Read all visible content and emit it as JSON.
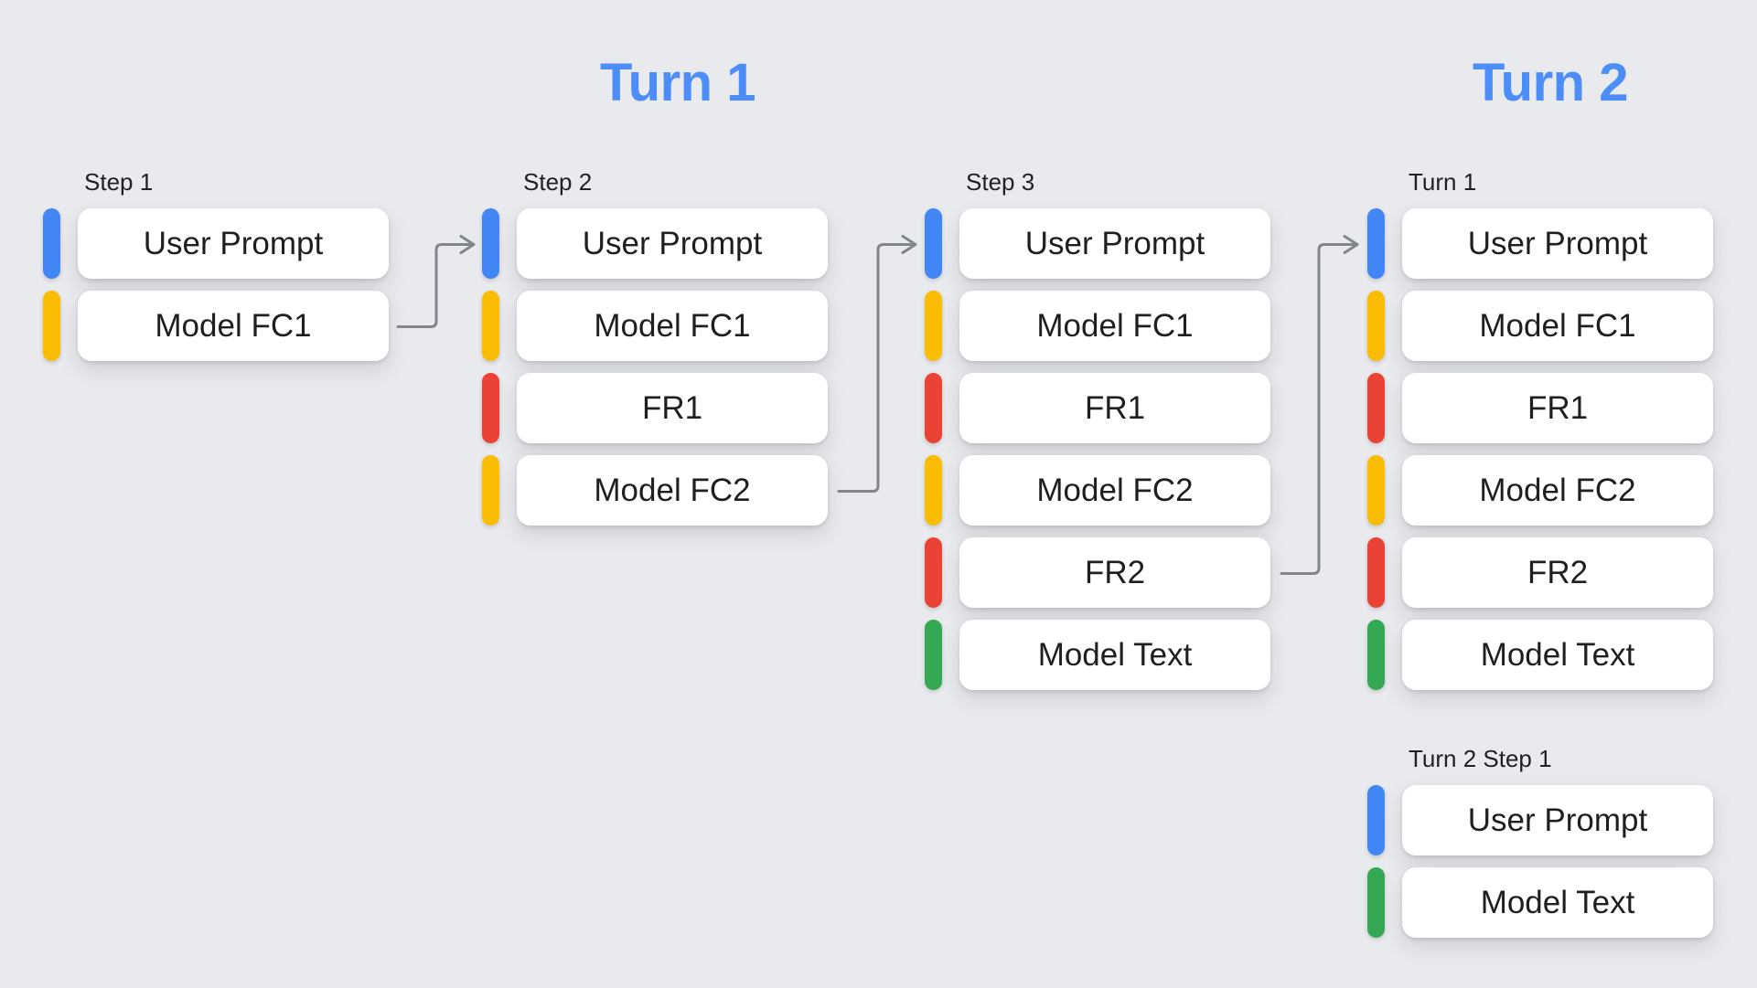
{
  "palette": {
    "background": "#E9EAEE",
    "box_bg": "#FFFFFF",
    "box_text": "#1F1F1F",
    "label_text": "#202124",
    "header_blue": "#4D8DF7",
    "user_prompt": "#4285F4",
    "model_fc": "#FBBC04",
    "function_response": "#EA4335",
    "model_text": "#34A853",
    "arrow": "#80868B"
  },
  "headers": {
    "turn1": "Turn 1",
    "turn2": "Turn 2"
  },
  "columns": [
    {
      "label": "Step 1",
      "items": [
        {
          "label": "User Prompt",
          "kind": "user-prompt"
        },
        {
          "label": "Model FC1",
          "kind": "model-fc"
        }
      ]
    },
    {
      "label": "Step 2",
      "items": [
        {
          "label": "User Prompt",
          "kind": "user-prompt"
        },
        {
          "label": "Model FC1",
          "kind": "model-fc"
        },
        {
          "label": "FR1",
          "kind": "function-response"
        },
        {
          "label": "Model FC2",
          "kind": "model-fc"
        }
      ]
    },
    {
      "label": "Step 3",
      "items": [
        {
          "label": "User Prompt",
          "kind": "user-prompt"
        },
        {
          "label": "Model FC1",
          "kind": "model-fc"
        },
        {
          "label": "FR1",
          "kind": "function-response"
        },
        {
          "label": "Model FC2",
          "kind": "model-fc"
        },
        {
          "label": "FR2",
          "kind": "function-response"
        },
        {
          "label": "Model Text",
          "kind": "model-text"
        }
      ]
    },
    {
      "label": "Turn 1",
      "items": [
        {
          "label": "User Prompt",
          "kind": "user-prompt"
        },
        {
          "label": "Model FC1",
          "kind": "model-fc"
        },
        {
          "label": "FR1",
          "kind": "function-response"
        },
        {
          "label": "Model FC2",
          "kind": "model-fc"
        },
        {
          "label": "FR2",
          "kind": "function-response"
        },
        {
          "label": "Model Text",
          "kind": "model-text"
        }
      ]
    },
    {
      "label": "Turn 2 Step 1",
      "items": [
        {
          "label": "User Prompt",
          "kind": "user-prompt"
        },
        {
          "label": "Model Text",
          "kind": "model-text"
        }
      ]
    }
  ],
  "connections": [
    {
      "from": "Step 1 / Model FC1",
      "to": "Step 2 / User Prompt"
    },
    {
      "from": "Step 2 / Model FC2",
      "to": "Step 3 / User Prompt"
    },
    {
      "from": "Step 3 / FR2",
      "to": "Turn 1 / User Prompt"
    }
  ]
}
